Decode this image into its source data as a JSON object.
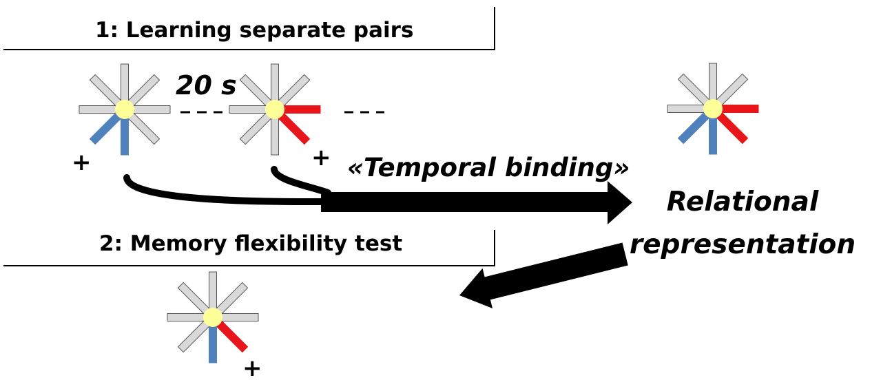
{
  "section1": {
    "title": "1: Learning separate pairs"
  },
  "section2": {
    "title": "2: Memory flexibility test"
  },
  "interval_label": "20 s",
  "binding_label": "«Temporal binding»",
  "relational_label": {
    "line1": "Relational",
    "line2": "representation"
  },
  "plus_sign": "+",
  "colors": {
    "arm_gray": "#d9d9d9",
    "arm_red": "#e8161b",
    "arm_blue": "#4f81bd",
    "center": "#ffff99",
    "arrow": "#000000"
  },
  "mazes": [
    {
      "name": "maze-pair-1",
      "red_arms": [],
      "blue_arms": [
        "bottom",
        "bottom-left"
      ],
      "rewarded": "+"
    },
    {
      "name": "maze-pair-2",
      "red_arms": [
        "right",
        "bottom-right"
      ],
      "blue_arms": [],
      "rewarded": "+"
    },
    {
      "name": "maze-combined",
      "red_arms": [
        "right",
        "bottom-right"
      ],
      "blue_arms": [
        "bottom",
        "bottom-left"
      ]
    },
    {
      "name": "maze-test",
      "red_arms": [
        "bottom-right"
      ],
      "blue_arms": [
        "bottom"
      ],
      "rewarded": "+"
    }
  ]
}
